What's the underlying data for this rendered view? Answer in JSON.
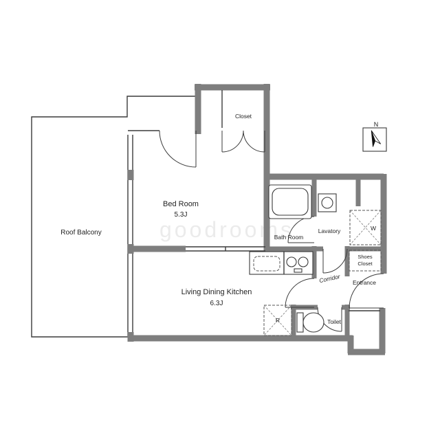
{
  "floor_plan": {
    "rooms": {
      "roof_balcony": {
        "label": "Roof Balcony"
      },
      "bed_room": {
        "label": "Bed Room",
        "size": "5.3J"
      },
      "living_dining_kitchen": {
        "label": "Living Dining Kitchen",
        "size": "6.3J"
      },
      "closet": {
        "label": "Closet"
      },
      "bath_room": {
        "label": "Bath Room"
      },
      "lavatory": {
        "label": "Lavatory"
      },
      "corridor": {
        "label": "Corridor"
      },
      "toilet": {
        "label": "Toilet"
      },
      "entrance": {
        "label": "Entrance"
      },
      "shoes_closet": {
        "line1": "Shoes",
        "line2": "Closet"
      },
      "washing_machine": {
        "label": "W"
      },
      "refrigerator": {
        "label": "R"
      }
    },
    "compass": {
      "label": "N"
    },
    "watermark": "goodrooms",
    "colors": {
      "wall": "#7e7e7e",
      "line": "#3a3a3a",
      "text": "#222222"
    }
  }
}
